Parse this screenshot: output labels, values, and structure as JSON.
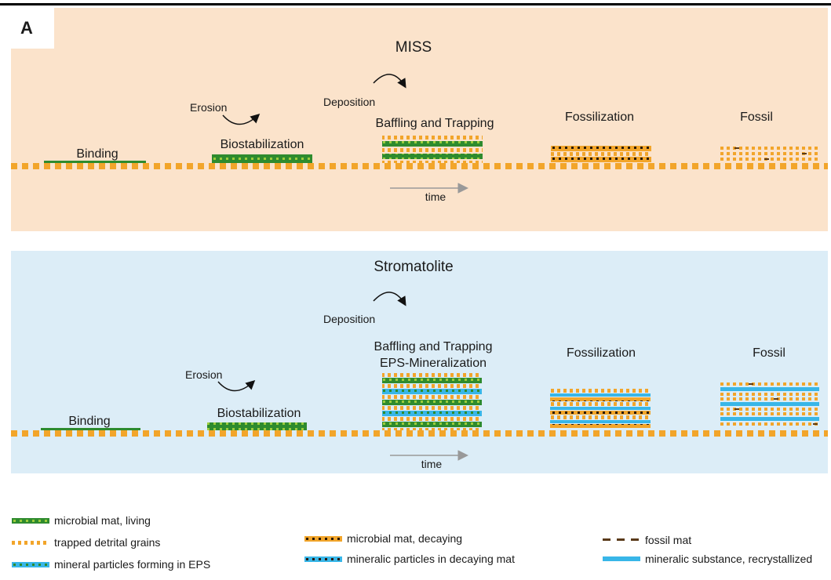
{
  "panel_a": {
    "letter": "A",
    "title": "MISS",
    "stages": {
      "binding": "Binding",
      "erosion": "Erosion",
      "biostabilization": "Biostabilization",
      "deposition": "Deposition",
      "baffling": "Baffling and Trapping",
      "fossilization": "Fossilization",
      "fossil": "Fossil"
    },
    "time_label": "time"
  },
  "panel_b": {
    "title": "Stromatolite",
    "stages": {
      "binding": "Binding",
      "erosion": "Erosion",
      "biostabilization": "Biostabilization",
      "deposition": "Deposition",
      "baffling": "Baffling and Trapping",
      "eps": "EPS-Mineralization",
      "fossilization": "Fossilization",
      "fossil": "Fossil"
    },
    "time_label": "time"
  },
  "legend": [
    {
      "label": "microbial mat, living",
      "swatch": "mat-living"
    },
    {
      "label": "trapped detrital grains",
      "swatch": "grains"
    },
    {
      "label": "mineral particles forming in EPS",
      "swatch": "eps"
    },
    {
      "label": "microbial mat, decaying",
      "swatch": "mat-decaying"
    },
    {
      "label": "mineralic particles in decaying mat",
      "swatch": "decaying-mineral"
    },
    {
      "label": "fossil mat",
      "swatch": "fossil-mat"
    },
    {
      "label": "mineralic substance, recrystallized",
      "swatch": "recrystallized"
    }
  ],
  "colors": {
    "miss_bg": "#fbe3cb",
    "strom_bg": "#dcedf7",
    "mat_green": "#2e8b2e",
    "grain_orange": "#f2a52a",
    "eps_blue": "#38b6e8",
    "fossil_brown": "#5a3a1a"
  }
}
